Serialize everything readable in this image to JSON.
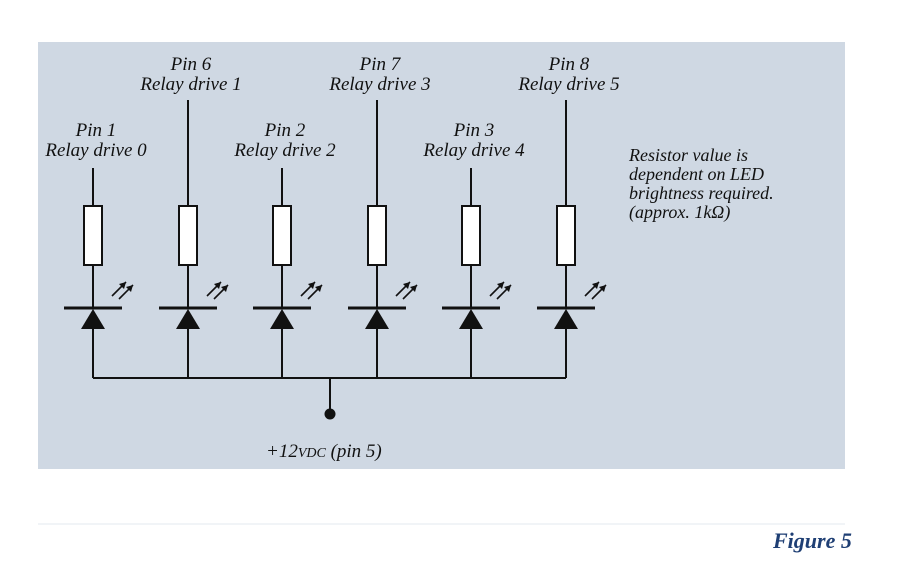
{
  "channels": [
    {
      "pin": "Pin 1",
      "drive": "Relay drive 0"
    },
    {
      "pin": "Pin 6",
      "drive": "Relay drive 1"
    },
    {
      "pin": "Pin 2",
      "drive": "Relay drive 2"
    },
    {
      "pin": "Pin 7",
      "drive": "Relay drive 3"
    },
    {
      "pin": "Pin 3",
      "drive": "Relay drive 4"
    },
    {
      "pin": "Pin 8",
      "drive": "Relay drive 5"
    }
  ],
  "note": {
    "lines": [
      "Resistor value is",
      "dependent on LED",
      "brightness required.",
      "(approx. 1kΩ)"
    ]
  },
  "supply": {
    "prefix": "+12",
    "unit": "VDC",
    "suffix": " (pin 5)"
  },
  "caption": "Figure 5",
  "colors": {
    "panel": "#cfd8e3",
    "caption": "#1f3f74"
  }
}
